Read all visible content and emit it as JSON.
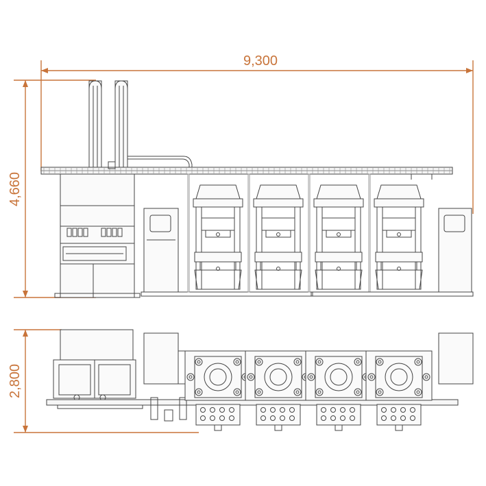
{
  "dimensions": {
    "width_label": "9,300",
    "height_label": "4,660",
    "depth_label": "2,800"
  },
  "colors": {
    "dimension": "#c8743a",
    "drawing": "#444444",
    "light": "#888888",
    "fill": "#f2f2f2"
  }
}
